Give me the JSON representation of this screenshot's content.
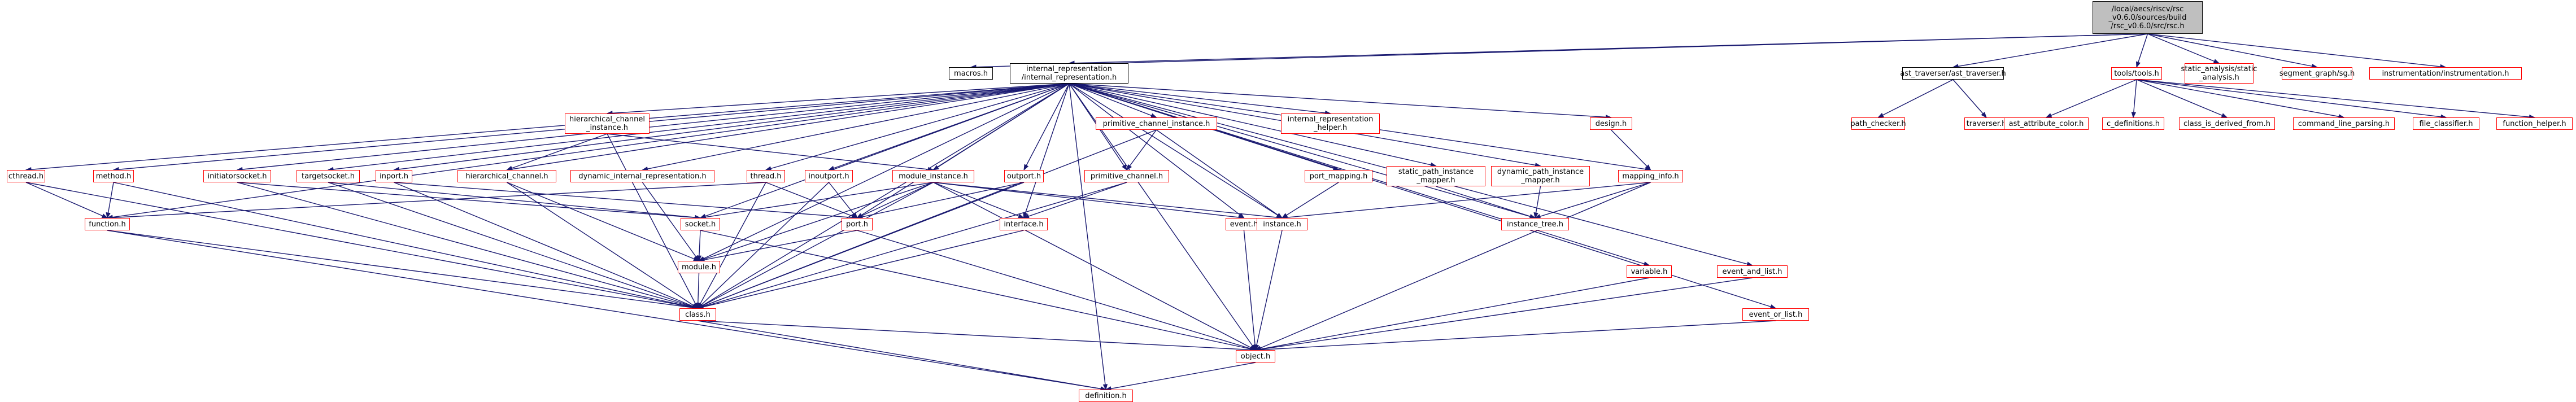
{
  "graph": {
    "nodes": [
      {
        "id": "root",
        "lines": [
          "/local/aecs/riscv/rsc",
          "_v0.6.0/sources/build",
          "/rsc_v0.6.0/src/rsc.h"
        ],
        "style": "root"
      },
      {
        "id": "macros",
        "lines": [
          "macros.h"
        ],
        "style": "black"
      },
      {
        "id": "ir",
        "lines": [
          "internal_representation",
          "/internal_representation.h"
        ],
        "style": "black"
      },
      {
        "id": "ast",
        "lines": [
          "ast_traverser/ast_traverser.h"
        ],
        "style": "black"
      },
      {
        "id": "tools",
        "lines": [
          "tools/tools.h"
        ],
        "style": "red"
      },
      {
        "id": "static_analysis",
        "lines": [
          "static_analysis/static",
          "_analysis.h"
        ],
        "style": "red"
      },
      {
        "id": "segment_graph",
        "lines": [
          "segment_graph/sg.h"
        ],
        "style": "red"
      },
      {
        "id": "instrumentation",
        "lines": [
          "instrumentation/instrumentation.h"
        ],
        "style": "red"
      },
      {
        "id": "path_checker",
        "lines": [
          "path_checker.h"
        ],
        "style": "red"
      },
      {
        "id": "traverser",
        "lines": [
          "traverser.h"
        ],
        "style": "red"
      },
      {
        "id": "ast_attribute_color",
        "lines": [
          "ast_attribute_color.h"
        ],
        "style": "red"
      },
      {
        "id": "c_definitions",
        "lines": [
          "c_definitions.h"
        ],
        "style": "red"
      },
      {
        "id": "class_is_derived",
        "lines": [
          "class_is_derived_from.h"
        ],
        "style": "red"
      },
      {
        "id": "command_line",
        "lines": [
          "command_line_parsing.h"
        ],
        "style": "red"
      },
      {
        "id": "file_classifier",
        "lines": [
          "file_classifier.h"
        ],
        "style": "red"
      },
      {
        "id": "function_helper",
        "lines": [
          "function_helper.h"
        ],
        "style": "red"
      },
      {
        "id": "hier_ch_inst",
        "lines": [
          "hierarchical_channel",
          "_instance.h"
        ],
        "style": "red"
      },
      {
        "id": "prim_ch_inst",
        "lines": [
          "primitive_channel_instance.h"
        ],
        "style": "red"
      },
      {
        "id": "ir_helper",
        "lines": [
          "internal_representation",
          "_helper.h"
        ],
        "style": "red"
      },
      {
        "id": "design",
        "lines": [
          "design.h"
        ],
        "style": "red"
      },
      {
        "id": "cthread",
        "lines": [
          "cthread.h"
        ],
        "style": "red"
      },
      {
        "id": "method",
        "lines": [
          "method.h"
        ],
        "style": "red"
      },
      {
        "id": "initiatorsocket",
        "lines": [
          "initiatorsocket.h"
        ],
        "style": "red"
      },
      {
        "id": "targetsocket",
        "lines": [
          "targetsocket.h"
        ],
        "style": "red"
      },
      {
        "id": "inport",
        "lines": [
          "inport.h"
        ],
        "style": "red"
      },
      {
        "id": "hier_channel",
        "lines": [
          "hierarchical_channel.h"
        ],
        "style": "red"
      },
      {
        "id": "dyn_ir",
        "lines": [
          "dynamic_internal_representation.h"
        ],
        "style": "red"
      },
      {
        "id": "thread",
        "lines": [
          "thread.h"
        ],
        "style": "red"
      },
      {
        "id": "inoutport",
        "lines": [
          "inoutport.h"
        ],
        "style": "red"
      },
      {
        "id": "module_instance",
        "lines": [
          "module_instance.h"
        ],
        "style": "red"
      },
      {
        "id": "outport",
        "lines": [
          "outport.h"
        ],
        "style": "red"
      },
      {
        "id": "primitive_channel",
        "lines": [
          "primitive_channel.h"
        ],
        "style": "red"
      },
      {
        "id": "port_mapping",
        "lines": [
          "port_mapping.h"
        ],
        "style": "red"
      },
      {
        "id": "static_path",
        "lines": [
          "static_path_instance",
          "_mapper.h"
        ],
        "style": "red"
      },
      {
        "id": "dynamic_path",
        "lines": [
          "dynamic_path_instance",
          "_mapper.h"
        ],
        "style": "red"
      },
      {
        "id": "mapping_info",
        "lines": [
          "mapping_info.h"
        ],
        "style": "red"
      },
      {
        "id": "function",
        "lines": [
          "function.h"
        ],
        "style": "red"
      },
      {
        "id": "socket",
        "lines": [
          "socket.h"
        ],
        "style": "red"
      },
      {
        "id": "port",
        "lines": [
          "port.h"
        ],
        "style": "red"
      },
      {
        "id": "interface",
        "lines": [
          "interface.h"
        ],
        "style": "red"
      },
      {
        "id": "event",
        "lines": [
          "event.h"
        ],
        "style": "red"
      },
      {
        "id": "instance",
        "lines": [
          "instance.h"
        ],
        "style": "red"
      },
      {
        "id": "instance_tree",
        "lines": [
          "instance_tree.h"
        ],
        "style": "red"
      },
      {
        "id": "variable",
        "lines": [
          "variable.h"
        ],
        "style": "red"
      },
      {
        "id": "event_and_list",
        "lines": [
          "event_and_list.h"
        ],
        "style": "red"
      },
      {
        "id": "event_or_list",
        "lines": [
          "event_or_list.h"
        ],
        "style": "red"
      },
      {
        "id": "module",
        "lines": [
          "module.h"
        ],
        "style": "red"
      },
      {
        "id": "class",
        "lines": [
          "class.h"
        ],
        "style": "red"
      },
      {
        "id": "object",
        "lines": [
          "object.h"
        ],
        "style": "red"
      },
      {
        "id": "definition",
        "lines": [
          "definition.h"
        ],
        "style": "red"
      }
    ],
    "edges": [
      [
        "root",
        "macros"
      ],
      [
        "root",
        "ir"
      ],
      [
        "root",
        "ast"
      ],
      [
        "root",
        "tools"
      ],
      [
        "root",
        "static_analysis"
      ],
      [
        "root",
        "segment_graph"
      ],
      [
        "root",
        "instrumentation"
      ],
      [
        "ast",
        "path_checker"
      ],
      [
        "ast",
        "traverser"
      ],
      [
        "tools",
        "ast_attribute_color"
      ],
      [
        "tools",
        "c_definitions"
      ],
      [
        "tools",
        "class_is_derived"
      ],
      [
        "tools",
        "command_line"
      ],
      [
        "tools",
        "file_classifier"
      ],
      [
        "tools",
        "function_helper"
      ],
      [
        "ir",
        "cthread"
      ],
      [
        "ir",
        "function"
      ],
      [
        "ir",
        "method"
      ],
      [
        "ir",
        "initiatorsocket"
      ],
      [
        "ir",
        "targetsocket"
      ],
      [
        "ir",
        "inport"
      ],
      [
        "ir",
        "hier_ch_inst"
      ],
      [
        "ir",
        "hier_channel"
      ],
      [
        "ir",
        "dyn_ir"
      ],
      [
        "ir",
        "thread"
      ],
      [
        "ir",
        "inoutport"
      ],
      [
        "ir",
        "module_instance"
      ],
      [
        "ir",
        "outport"
      ],
      [
        "ir",
        "prim_ch_inst"
      ],
      [
        "ir",
        "primitive_channel"
      ],
      [
        "ir",
        "ir_helper"
      ],
      [
        "ir",
        "port_mapping"
      ],
      [
        "ir",
        "static_path"
      ],
      [
        "ir",
        "dynamic_path"
      ],
      [
        "ir",
        "design"
      ],
      [
        "ir",
        "mapping_info"
      ],
      [
        "ir",
        "instance_tree"
      ],
      [
        "ir",
        "variable"
      ],
      [
        "ir",
        "event_and_list"
      ],
      [
        "ir",
        "event_or_list"
      ],
      [
        "ir",
        "interface"
      ],
      [
        "ir",
        "port"
      ],
      [
        "ir",
        "event"
      ],
      [
        "ir",
        "socket"
      ],
      [
        "ir",
        "class"
      ],
      [
        "ir",
        "module"
      ],
      [
        "ir",
        "instance"
      ],
      [
        "ir",
        "object"
      ],
      [
        "ir",
        "definition"
      ],
      [
        "cthread",
        "function"
      ],
      [
        "cthread",
        "class"
      ],
      [
        "method",
        "function"
      ],
      [
        "method",
        "class"
      ],
      [
        "function",
        "class"
      ],
      [
        "function",
        "definition"
      ],
      [
        "initiatorsocket",
        "socket"
      ],
      [
        "initiatorsocket",
        "class"
      ],
      [
        "targetsocket",
        "socket"
      ],
      [
        "targetsocket",
        "class"
      ],
      [
        "inport",
        "port"
      ],
      [
        "inport",
        "class"
      ],
      [
        "hier_ch_inst",
        "module_instance"
      ],
      [
        "hier_ch_inst",
        "class"
      ],
      [
        "hier_ch_inst",
        "hier_channel"
      ],
      [
        "hier_channel",
        "module"
      ],
      [
        "hier_channel",
        "class"
      ],
      [
        "dyn_ir",
        "module"
      ],
      [
        "thread",
        "function"
      ],
      [
        "thread",
        "class"
      ],
      [
        "thread",
        "port"
      ],
      [
        "inoutport",
        "port"
      ],
      [
        "inoutport",
        "class"
      ],
      [
        "module_instance",
        "socket"
      ],
      [
        "module_instance",
        "port"
      ],
      [
        "module_instance",
        "class"
      ],
      [
        "module_instance",
        "interface"
      ],
      [
        "module_instance",
        "event"
      ],
      [
        "module_instance",
        "instance"
      ],
      [
        "module_instance",
        "object"
      ],
      [
        "module_instance",
        "module"
      ],
      [
        "outport",
        "port"
      ],
      [
        "outport",
        "class"
      ],
      [
        "prim_ch_inst",
        "primitive_channel"
      ],
      [
        "prim_ch_inst",
        "instance"
      ],
      [
        "prim_ch_inst",
        "class"
      ],
      [
        "primitive_channel",
        "interface"
      ],
      [
        "primitive_channel",
        "class"
      ],
      [
        "port_mapping",
        "instance"
      ],
      [
        "static_path",
        "instance_tree"
      ],
      [
        "dynamic_path",
        "instance_tree"
      ],
      [
        "design",
        "mapping_info"
      ],
      [
        "mapping_info",
        "instance_tree"
      ],
      [
        "mapping_info",
        "instance"
      ],
      [
        "mapping_info",
        "object"
      ],
      [
        "socket",
        "module"
      ],
      [
        "socket",
        "object"
      ],
      [
        "port",
        "module"
      ],
      [
        "port",
        "object"
      ],
      [
        "interface",
        "class"
      ],
      [
        "event",
        "object"
      ],
      [
        "instance",
        "object"
      ],
      [
        "variable",
        "object"
      ],
      [
        "event_and_list",
        "object"
      ],
      [
        "event_or_list",
        "object"
      ],
      [
        "module",
        "class"
      ],
      [
        "class",
        "object"
      ],
      [
        "class",
        "definition"
      ],
      [
        "object",
        "definition"
      ]
    ]
  }
}
